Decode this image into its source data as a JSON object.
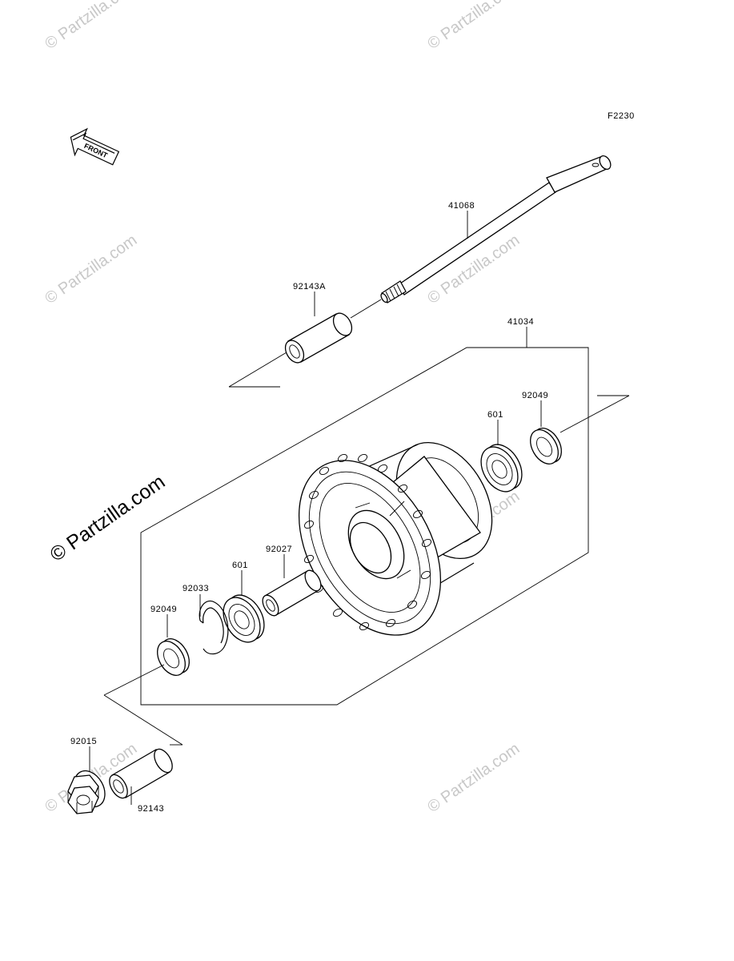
{
  "diagram": {
    "code": "F2230",
    "front_label": "FRONT",
    "parts": {
      "axle": "41068",
      "collar_right": "92143A",
      "hub": "41034",
      "oil_seal_right": "92049",
      "bearing_right": "601",
      "spacer": "92027",
      "bearing_left": "601",
      "circlip": "92033",
      "oil_seal_left": "92049",
      "nut": "92015",
      "collar_left": "92143"
    }
  },
  "watermarks": {
    "small": "© Partzilla.com",
    "large": "© Partzilla.com"
  }
}
